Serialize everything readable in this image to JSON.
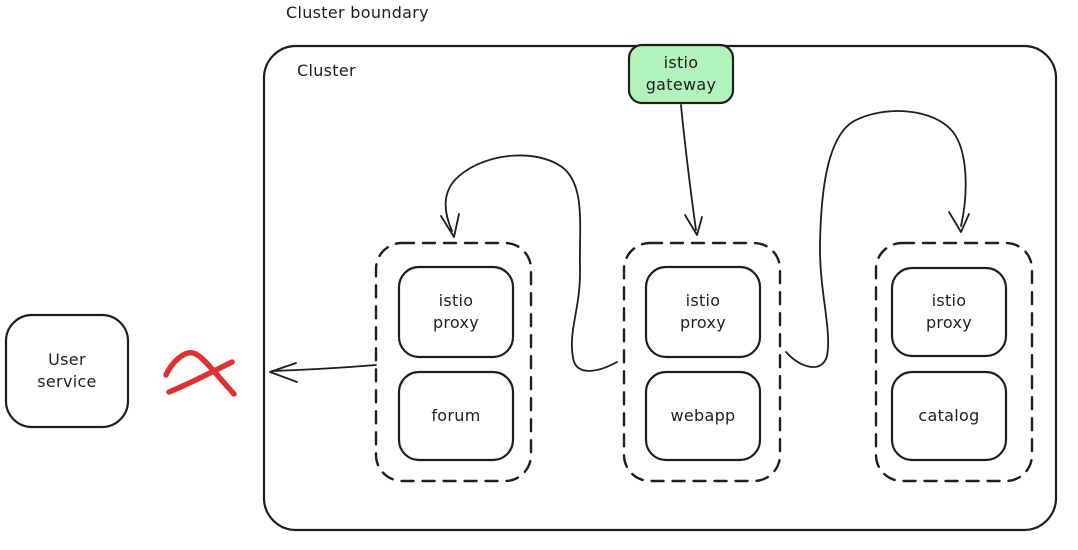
{
  "title": "Cluster boundary",
  "cluster": {
    "label": "Cluster"
  },
  "gateway": {
    "label": "istio\ngateway",
    "fill": "#b2f2bb"
  },
  "external_service": {
    "label": "User\nservice"
  },
  "pods": [
    {
      "proxy": "istio\nproxy",
      "app": "forum"
    },
    {
      "proxy": "istio\nproxy",
      "app": "webapp"
    },
    {
      "proxy": "istio\nproxy",
      "app": "catalog"
    }
  ],
  "edges": [
    {
      "from": "istio gateway",
      "to": "webapp pod",
      "blocked": false
    },
    {
      "from": "webapp pod",
      "to": "forum pod",
      "blocked": false
    },
    {
      "from": "webapp pod",
      "to": "catalog pod",
      "blocked": false
    },
    {
      "from": "forum pod",
      "to": "User service",
      "blocked": true
    }
  ],
  "colors": {
    "stroke": "#1e1e1e",
    "blocked": "#e03131",
    "gateway_fill": "#b2f2bb",
    "background": "#ffffff"
  }
}
